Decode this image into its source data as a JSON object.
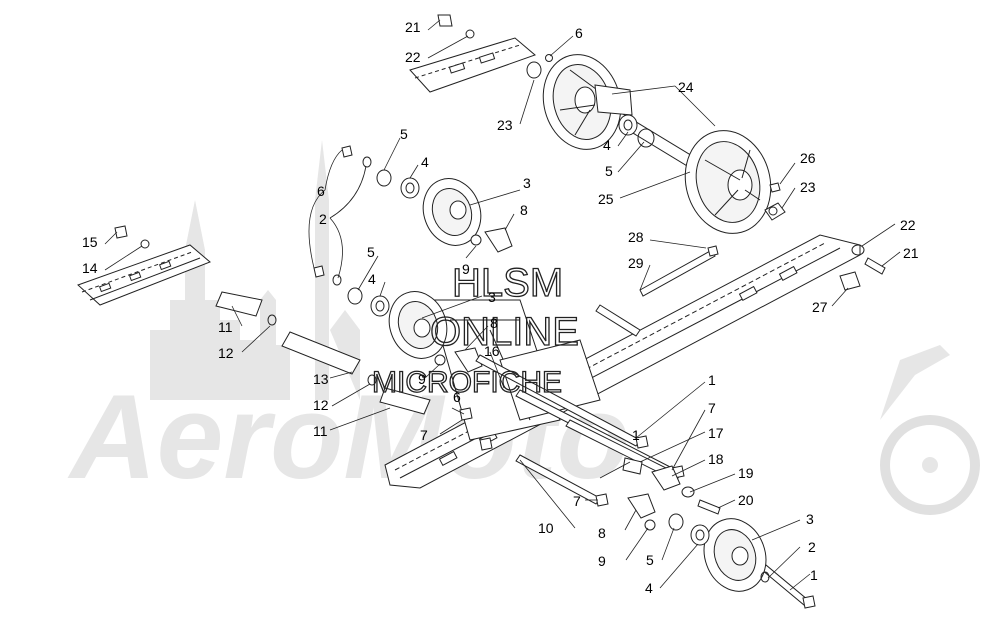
{
  "watermark": {
    "line1": "HLSM",
    "line2": "ONLINE",
    "line3": "MICROFICHE",
    "brand": "AeroMoto"
  },
  "callouts": [
    {
      "id": "c21a",
      "text": "21"
    },
    {
      "id": "c22a",
      "text": "22"
    },
    {
      "id": "c6a",
      "text": "6"
    },
    {
      "id": "c24",
      "text": "24"
    },
    {
      "id": "c23a",
      "text": "23"
    },
    {
      "id": "c4a",
      "text": "4"
    },
    {
      "id": "c5a",
      "text": "5"
    },
    {
      "id": "c25",
      "text": "25"
    },
    {
      "id": "c26",
      "text": "26"
    },
    {
      "id": "c23b",
      "text": "23"
    },
    {
      "id": "c5b",
      "text": "5"
    },
    {
      "id": "c4b",
      "text": "4"
    },
    {
      "id": "c6b",
      "text": "6"
    },
    {
      "id": "c2a",
      "text": "2"
    },
    {
      "id": "c3a",
      "text": "3"
    },
    {
      "id": "c8a",
      "text": "8"
    },
    {
      "id": "c9a",
      "text": "9"
    },
    {
      "id": "c15",
      "text": "15"
    },
    {
      "id": "c14",
      "text": "14"
    },
    {
      "id": "c28",
      "text": "28"
    },
    {
      "id": "c29",
      "text": "29"
    },
    {
      "id": "c22b",
      "text": "22"
    },
    {
      "id": "c21b",
      "text": "21"
    },
    {
      "id": "c27",
      "text": "27"
    },
    {
      "id": "c5c",
      "text": "5"
    },
    {
      "id": "c4c",
      "text": "4"
    },
    {
      "id": "c3b",
      "text": "3"
    },
    {
      "id": "c8b",
      "text": "8"
    },
    {
      "id": "c16",
      "text": "16"
    },
    {
      "id": "c9b",
      "text": "9"
    },
    {
      "id": "c11a",
      "text": "11"
    },
    {
      "id": "c12a",
      "text": "12"
    },
    {
      "id": "c13",
      "text": "13"
    },
    {
      "id": "c12b",
      "text": "12"
    },
    {
      "id": "c11b",
      "text": "11"
    },
    {
      "id": "c6c",
      "text": "6"
    },
    {
      "id": "c7a",
      "text": "7"
    },
    {
      "id": "c1a",
      "text": "1"
    },
    {
      "id": "c7b",
      "text": "7"
    },
    {
      "id": "c1b",
      "text": "1"
    },
    {
      "id": "c17",
      "text": "17"
    },
    {
      "id": "c18",
      "text": "18"
    },
    {
      "id": "c19",
      "text": "19"
    },
    {
      "id": "c20",
      "text": "20"
    },
    {
      "id": "c7c",
      "text": "7"
    },
    {
      "id": "c10",
      "text": "10"
    },
    {
      "id": "c8c",
      "text": "8"
    },
    {
      "id": "c9c",
      "text": "9"
    },
    {
      "id": "c5d",
      "text": "5"
    },
    {
      "id": "c4d",
      "text": "4"
    },
    {
      "id": "c3c",
      "text": "3"
    },
    {
      "id": "c2b",
      "text": "2"
    },
    {
      "id": "c1c",
      "text": "1"
    }
  ]
}
